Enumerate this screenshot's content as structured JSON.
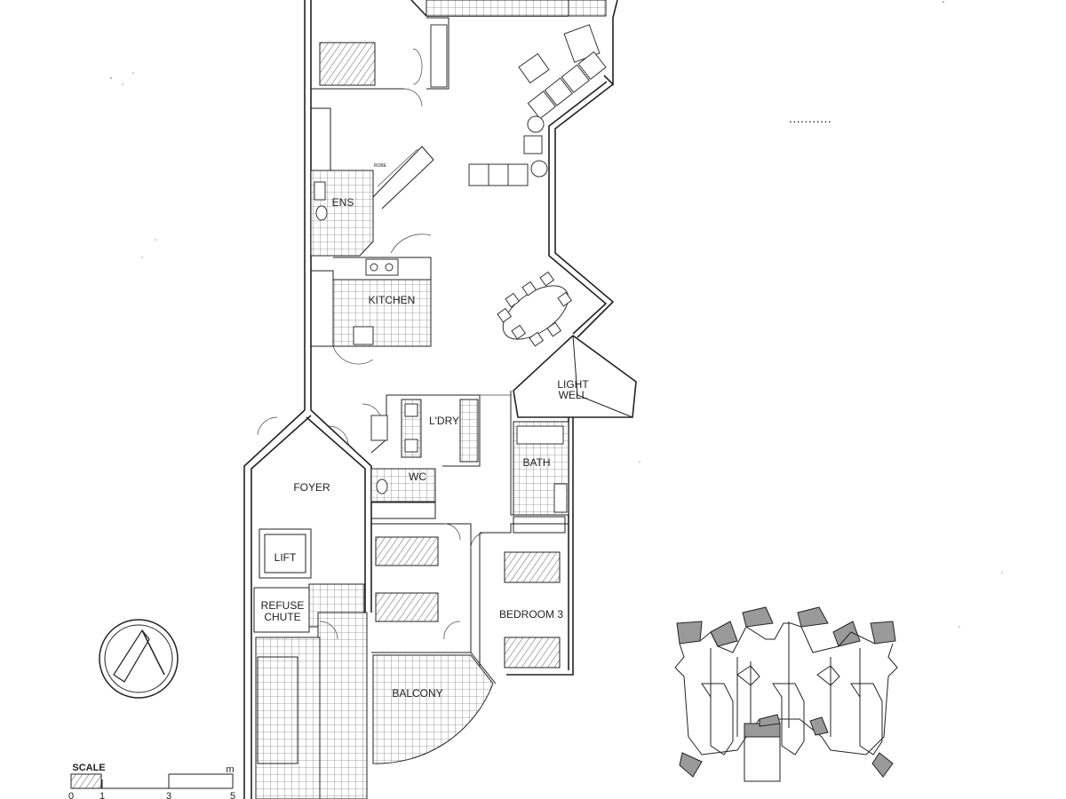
{
  "rooms": {
    "ens": "ENS",
    "kitchen": "KITCHEN",
    "light_well_1": "LIGHT",
    "light_well_2": "WELL",
    "ldry": "L'DRY",
    "bath": "BATH",
    "wc": "WC",
    "foyer": "FOYER",
    "lift": "LIFT",
    "refuse_1": "REFUSE",
    "refuse_2": "CHUTE",
    "bedroom3": "BEDROOM 3",
    "balcony": "BALCONY"
  },
  "scale": {
    "title": "SCALE",
    "unit": "m",
    "ticks": [
      "0",
      "1",
      "3",
      "5"
    ]
  },
  "legend_dots": "..........."
}
